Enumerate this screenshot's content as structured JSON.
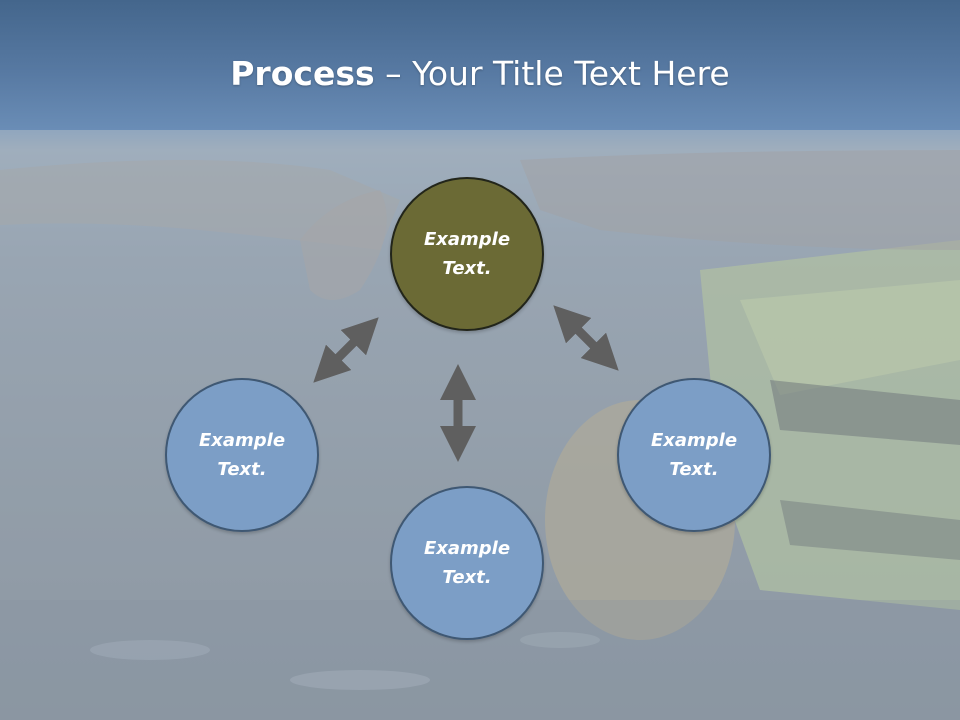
{
  "slide": {
    "title_bold": "Process",
    "title_rest": " – Your Title Text Here"
  },
  "nodes": {
    "center": {
      "line1": "Example",
      "line2": "Text."
    },
    "left": {
      "line1": "Example",
      "line2": "Text."
    },
    "right": {
      "line1": "Example",
      "line2": "Text."
    },
    "bottom": {
      "line1": "Example",
      "line2": "Text."
    }
  },
  "colors": {
    "title_bar": "#5779a2",
    "center_node": "#6b6a35",
    "outer_node": "#7c9ec6",
    "arrow": "#5f5f5f",
    "text": "#ffffff"
  }
}
